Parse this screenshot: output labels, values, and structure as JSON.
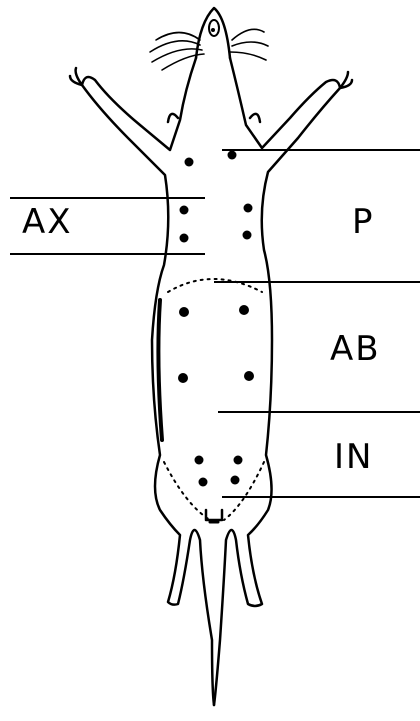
{
  "labels": {
    "ax": "AX",
    "p": "P",
    "ab": "AB",
    "in": "IN"
  },
  "colors": {
    "ink": "#000000",
    "paper": "#ffffff"
  }
}
